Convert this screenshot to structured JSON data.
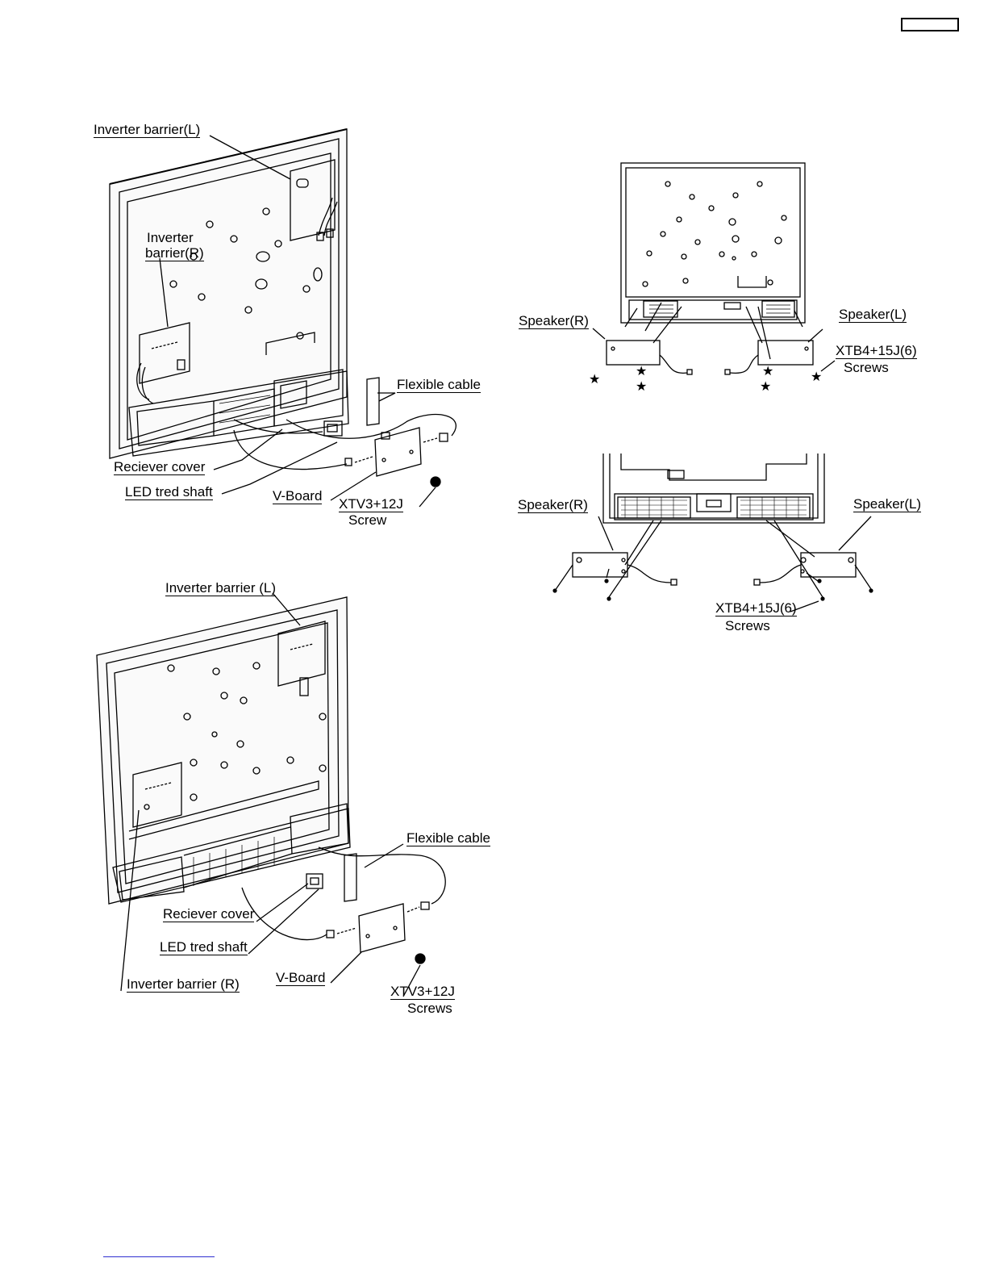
{
  "top_left": {
    "inverter_barrier_l": "Inverter barrier(L)",
    "inverter_barrier_r_1": "Inverter",
    "inverter_barrier_r_2": "barrier(R)",
    "flexible_cable": "Flexible cable",
    "reciever_cover": "Reciever cover",
    "led_tred_shaft": "LED tred shaft",
    "v_board": "V-Board",
    "screw_code": "XTV3+12J",
    "screw_word": "Screw"
  },
  "bottom_left": {
    "inverter_barrier_l": "Inverter barrier (L)",
    "flexible_cable": "Flexible cable",
    "reciever_cover": "Reciever cover",
    "led_tred_shaft": "LED tred shaft",
    "inverter_barrier_r": "Inverter barrier (R)",
    "v_board": "V-Board",
    "screw_code": "XTV3+12J",
    "screw_word": "Screws"
  },
  "top_right": {
    "speaker_r": "Speaker(R)",
    "speaker_l": "Speaker(L)",
    "screw_code": "XTB4+15J(6)",
    "screw_word": "Screws"
  },
  "bottom_right": {
    "speaker_r": "Speaker(R)",
    "speaker_l": "Speaker(L)",
    "screw_code": "XTB4+15J(6)",
    "screw_word": "Screws"
  }
}
